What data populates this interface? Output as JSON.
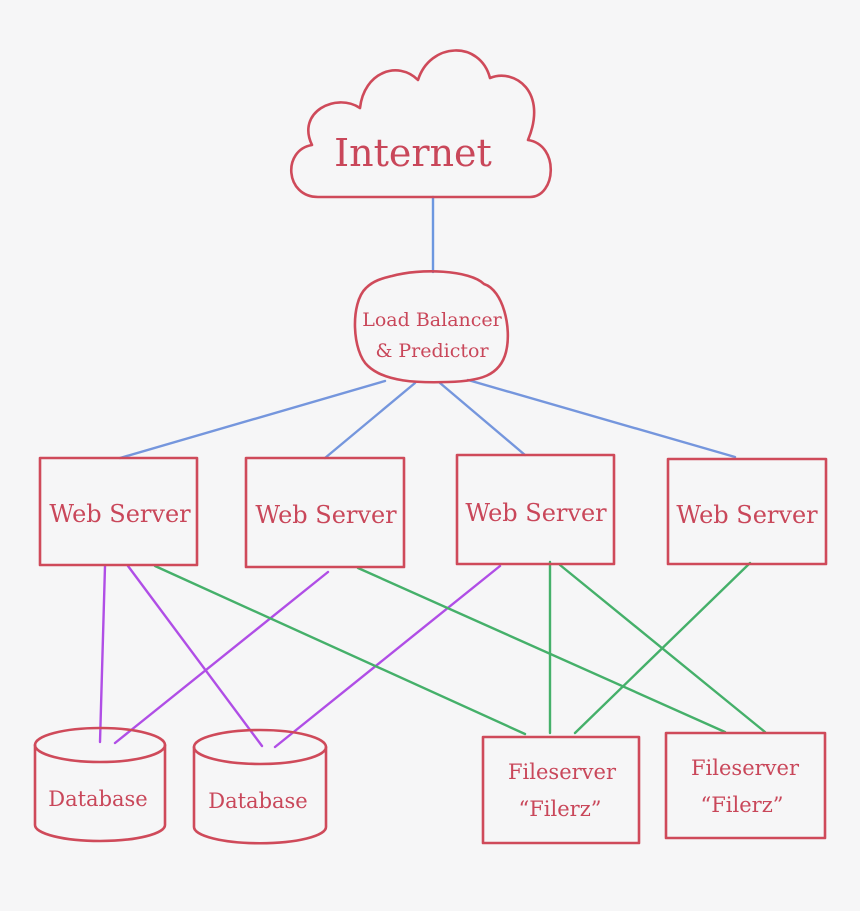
{
  "colors": {
    "background": "#f6f6f7",
    "shape": "#cf4a5a",
    "text": "#c9475a",
    "internet_link": "#6c97e0",
    "webserver_link": "#7596dd",
    "database_link": "#b04ee6",
    "fileserver_link": "#45b06a"
  },
  "nodes": {
    "internet": {
      "label": "Internet"
    },
    "load_balancer": {
      "line1": "Load Balancer",
      "line2": "& Predictor"
    },
    "web_servers": [
      {
        "label": "Web Server"
      },
      {
        "label": "Web Server"
      },
      {
        "label": "Web Server"
      },
      {
        "label": "Web Server"
      }
    ],
    "databases": [
      {
        "label": "Database"
      },
      {
        "label": "Database"
      }
    ],
    "fileservers": [
      {
        "line1": "Fileserver",
        "line2": "“Filerz”"
      },
      {
        "line1": "Fileserver",
        "line2": "“Filerz”"
      }
    ]
  },
  "edges": [
    {
      "from": "internet",
      "to": "load_balancer",
      "kind": "internet_link"
    },
    {
      "from": "load_balancer",
      "to": "web_server_1",
      "kind": "webserver_link"
    },
    {
      "from": "load_balancer",
      "to": "web_server_2",
      "kind": "webserver_link"
    },
    {
      "from": "load_balancer",
      "to": "web_server_3",
      "kind": "webserver_link"
    },
    {
      "from": "load_balancer",
      "to": "web_server_4",
      "kind": "webserver_link"
    },
    {
      "from": "web_server_1",
      "to": "database_1",
      "kind": "database_link"
    },
    {
      "from": "web_server_1",
      "to": "database_2",
      "kind": "database_link"
    },
    {
      "from": "web_server_2",
      "to": "database_1",
      "kind": "database_link"
    },
    {
      "from": "web_server_3",
      "to": "database_2",
      "kind": "database_link"
    },
    {
      "from": "web_server_1",
      "to": "fileserver_1",
      "kind": "fileserver_link"
    },
    {
      "from": "web_server_2",
      "to": "fileserver_2",
      "kind": "fileserver_link"
    },
    {
      "from": "web_server_3",
      "to": "fileserver_1",
      "kind": "fileserver_link"
    },
    {
      "from": "web_server_3",
      "to": "fileserver_2",
      "kind": "fileserver_link"
    },
    {
      "from": "web_server_4",
      "to": "fileserver_1",
      "kind": "fileserver_link"
    }
  ]
}
